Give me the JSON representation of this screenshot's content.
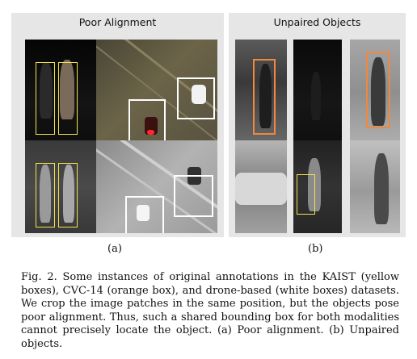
{
  "figure": {
    "panel_a": {
      "title": "Poor Alignment",
      "label": "(a)"
    },
    "panel_b": {
      "title": "Unpaired Objects",
      "label": "(b)"
    },
    "caption": "Fig. 2.  Some instances of original annotations in the KAIST (yellow boxes), CVC-14 (orange box), and drone-based (white boxes) datasets. We crop the image patches in the same position, but the objects pose poor alignment. Thus, such a shared bounding box for both modalities cannot precisely locate the object. (a) Poor alignment. (b) Unpaired objects.",
    "colors": {
      "kaist_box": "#f2e34a",
      "cvc14_box": "#f0883d",
      "drone_box": "#ffffff",
      "panel_background": "#e6e6e6"
    }
  }
}
